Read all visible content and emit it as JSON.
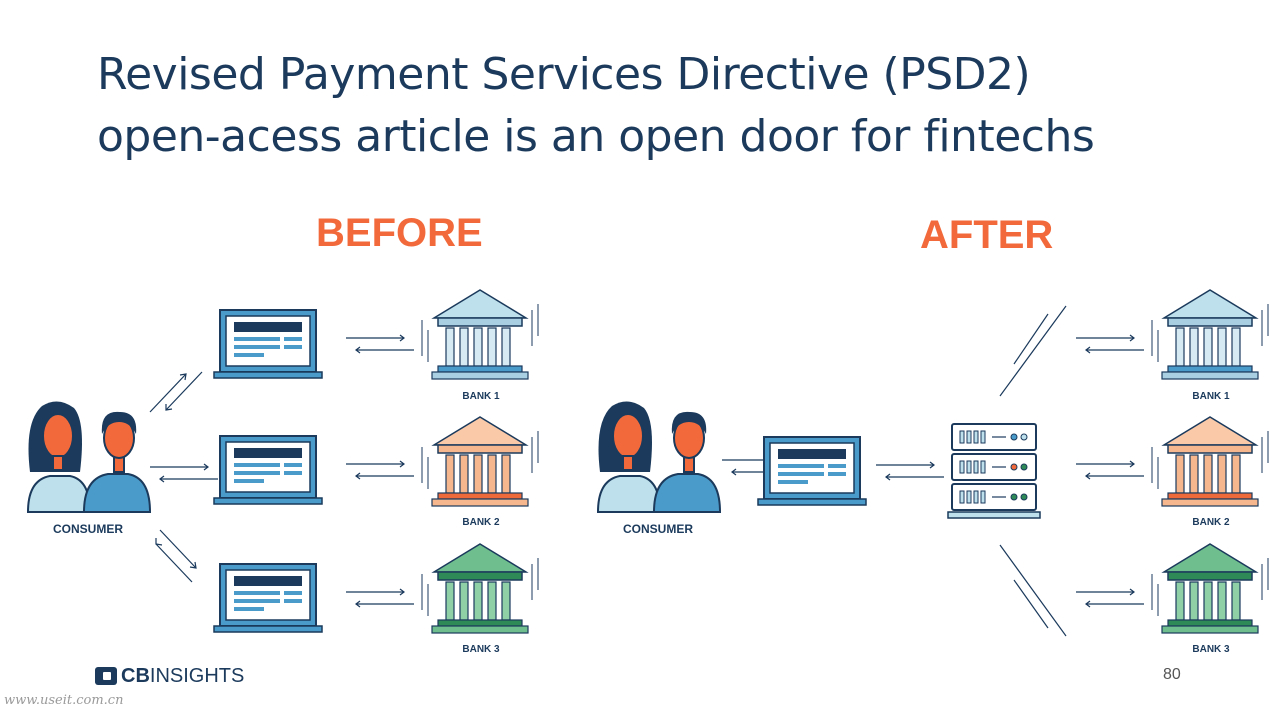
{
  "title": {
    "line1": "Revised Payment Services Directive (PSD2)",
    "line2": "open-acess article is an open door for fintechs"
  },
  "before": {
    "label": "BEFORE",
    "consumer_label": "CONSUMER",
    "banks": [
      "BANK 1",
      "BANK 2",
      "BANK 3"
    ]
  },
  "after": {
    "label": "AFTER",
    "consumer_label": "CONSUMER",
    "banks": [
      "BANK 1",
      "BANK 2",
      "BANK 3"
    ]
  },
  "colors": {
    "bank1": "#a9cfe3",
    "bank1_dark": "#4a9bc9",
    "bank2": "#f6b78f",
    "bank2_dark": "#ee6a3a",
    "bank3": "#6fbf8e",
    "bank3_dark": "#2e8b57",
    "navy": "#1b3a5c",
    "accent": "#f26a3b"
  },
  "footer": {
    "logo_cb": "CB",
    "logo_insights": "INSIGHTS",
    "page_number": "80",
    "watermark": "www.useit.com.cn"
  }
}
